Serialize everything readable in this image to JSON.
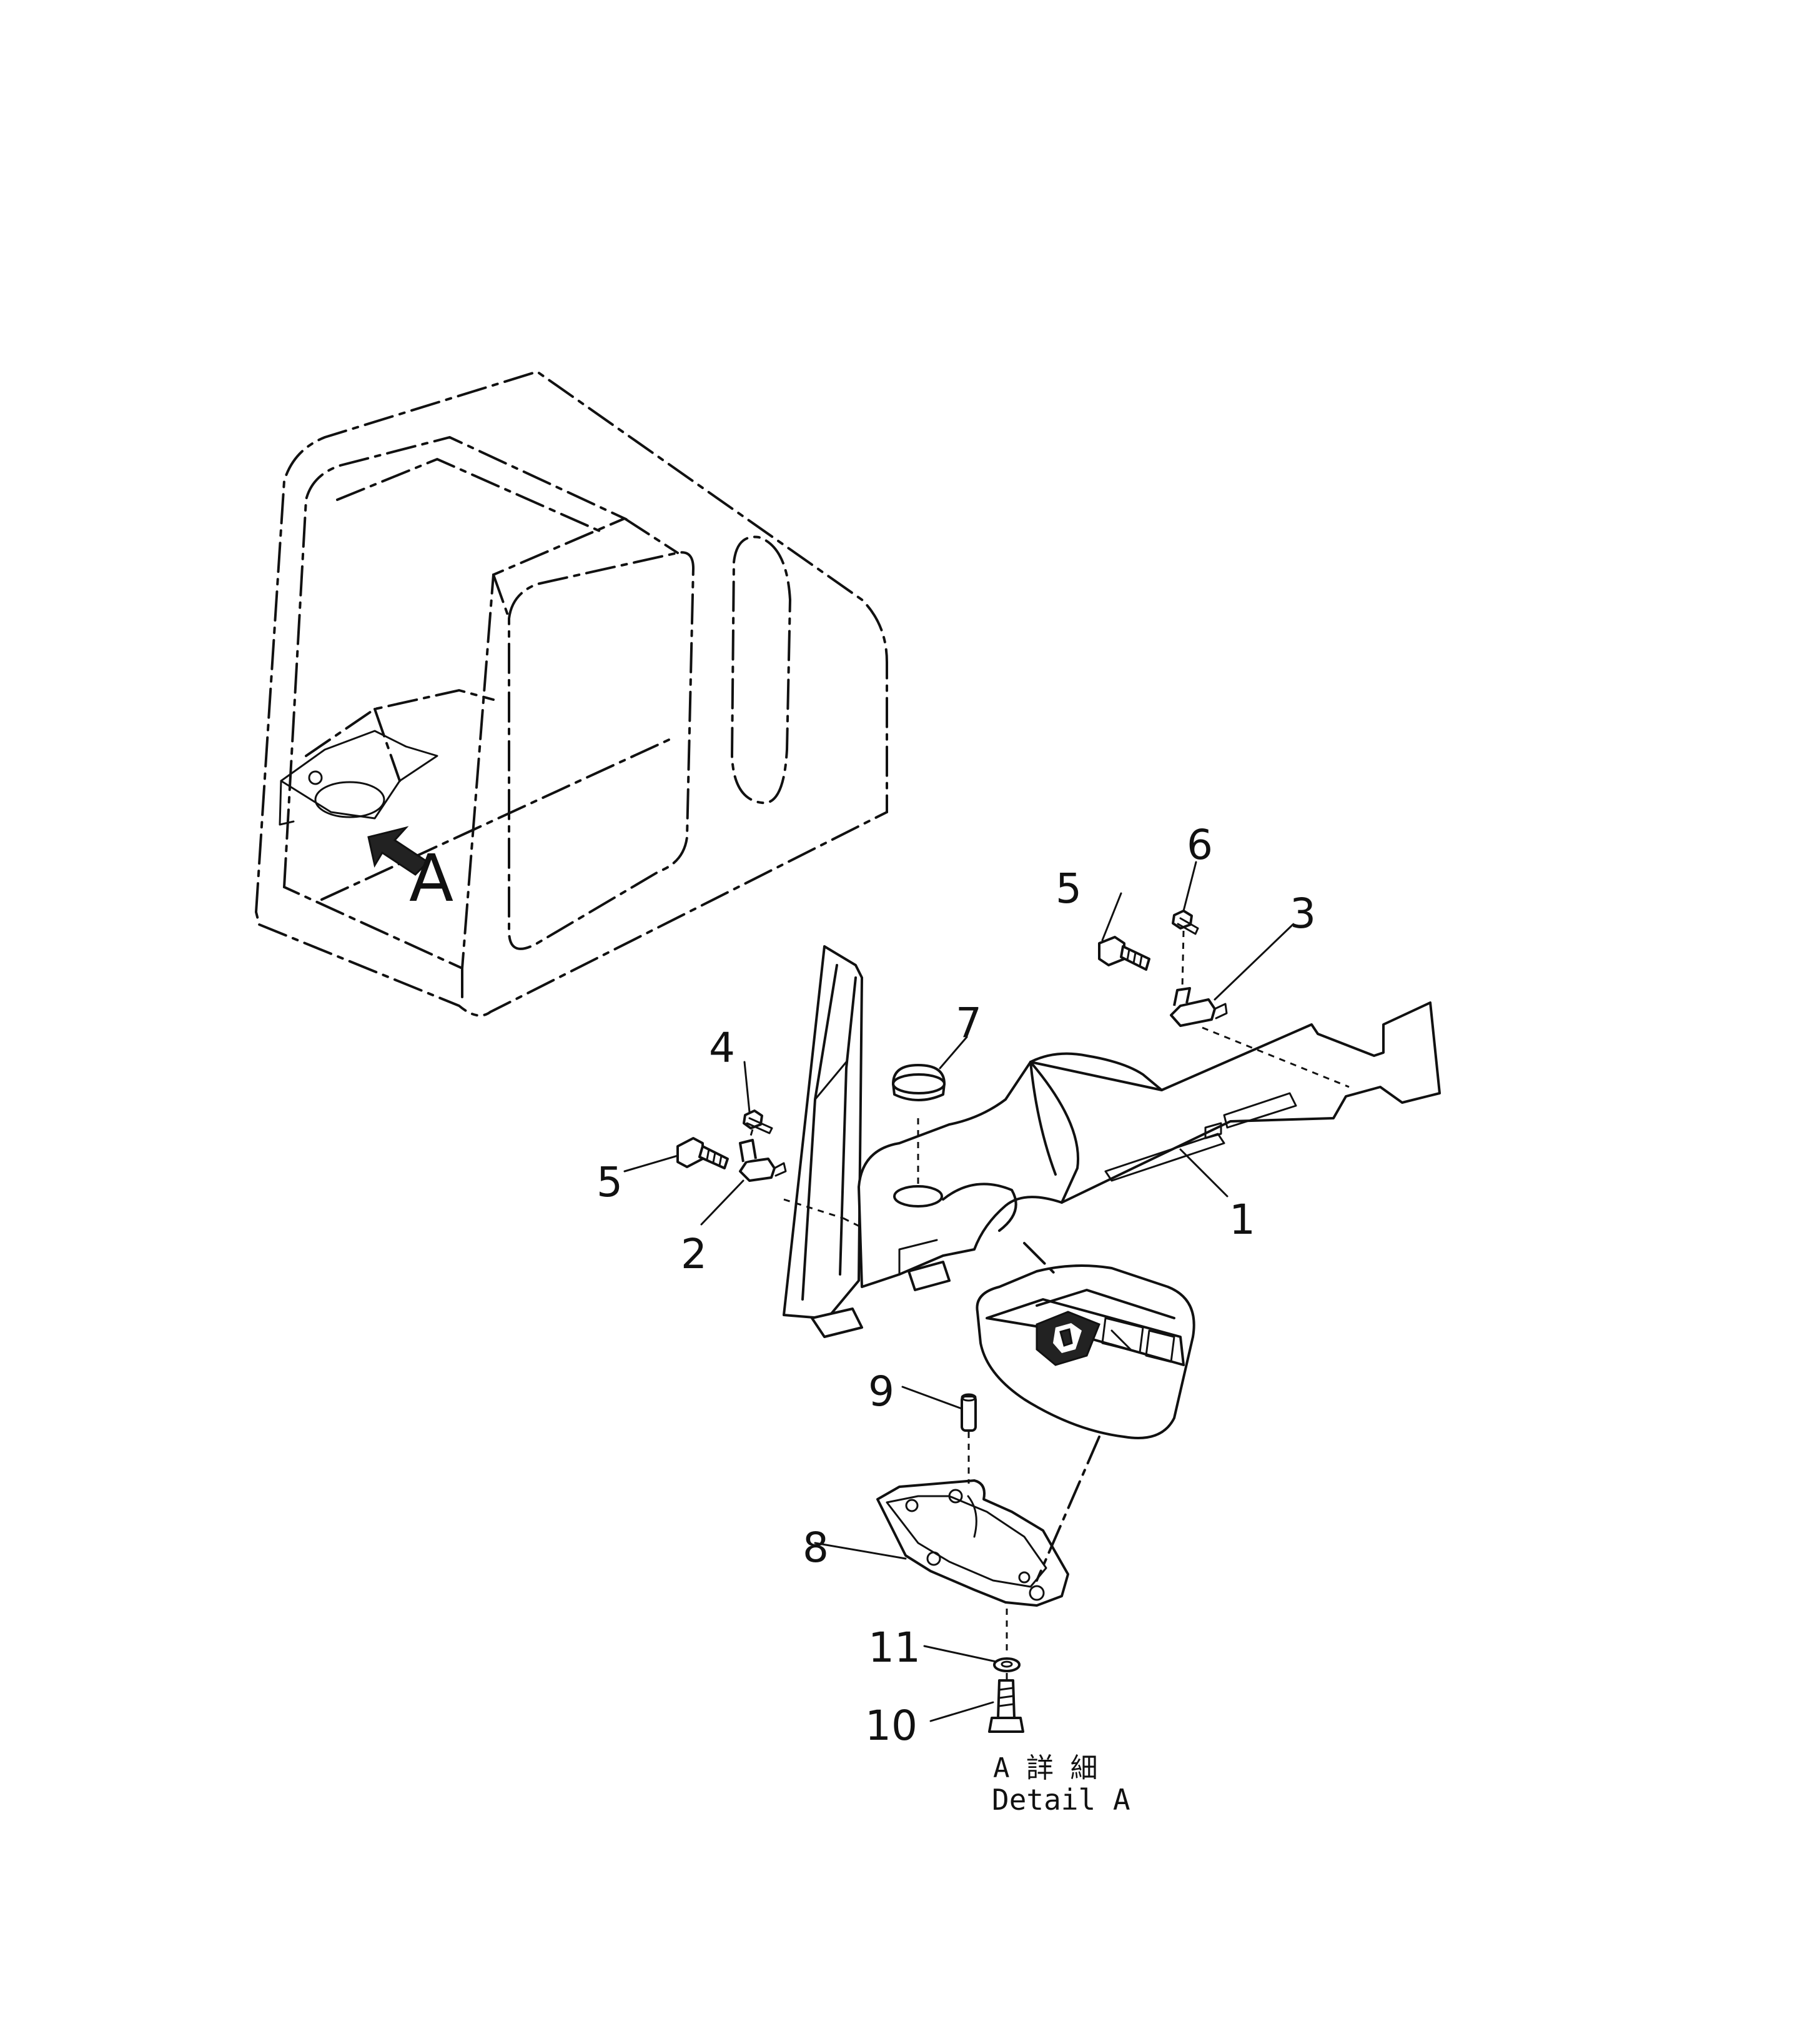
{
  "view_label": "A",
  "detail": {
    "jp": "A 詳 細",
    "en": "Detail A"
  },
  "callouts": [
    "1",
    "2",
    "3",
    "4",
    "5",
    "5",
    "6",
    "7",
    "8",
    "9",
    "10",
    "11"
  ]
}
